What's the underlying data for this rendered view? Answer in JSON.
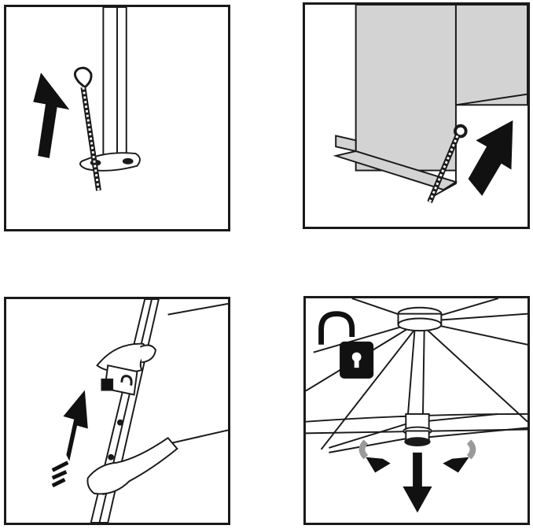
{
  "figure": {
    "panels": [
      {
        "id": "step-1",
        "subject": "stake",
        "arrow": "up"
      },
      {
        "id": "step-2",
        "subject": "stake",
        "arrow": "up-right"
      },
      {
        "id": "step-3",
        "subject": "pole-clamp",
        "arrow": "up"
      },
      {
        "id": "step-4",
        "subject": "canopy-hub",
        "arrows": [
          "rotate-left",
          "rotate-right",
          "down"
        ],
        "icon": "unlock-icon"
      }
    ],
    "colors": {
      "ink": "#1a1a1a",
      "fabric": "#d3d3d3",
      "rotate_arrow": "#9a9a9a"
    }
  }
}
